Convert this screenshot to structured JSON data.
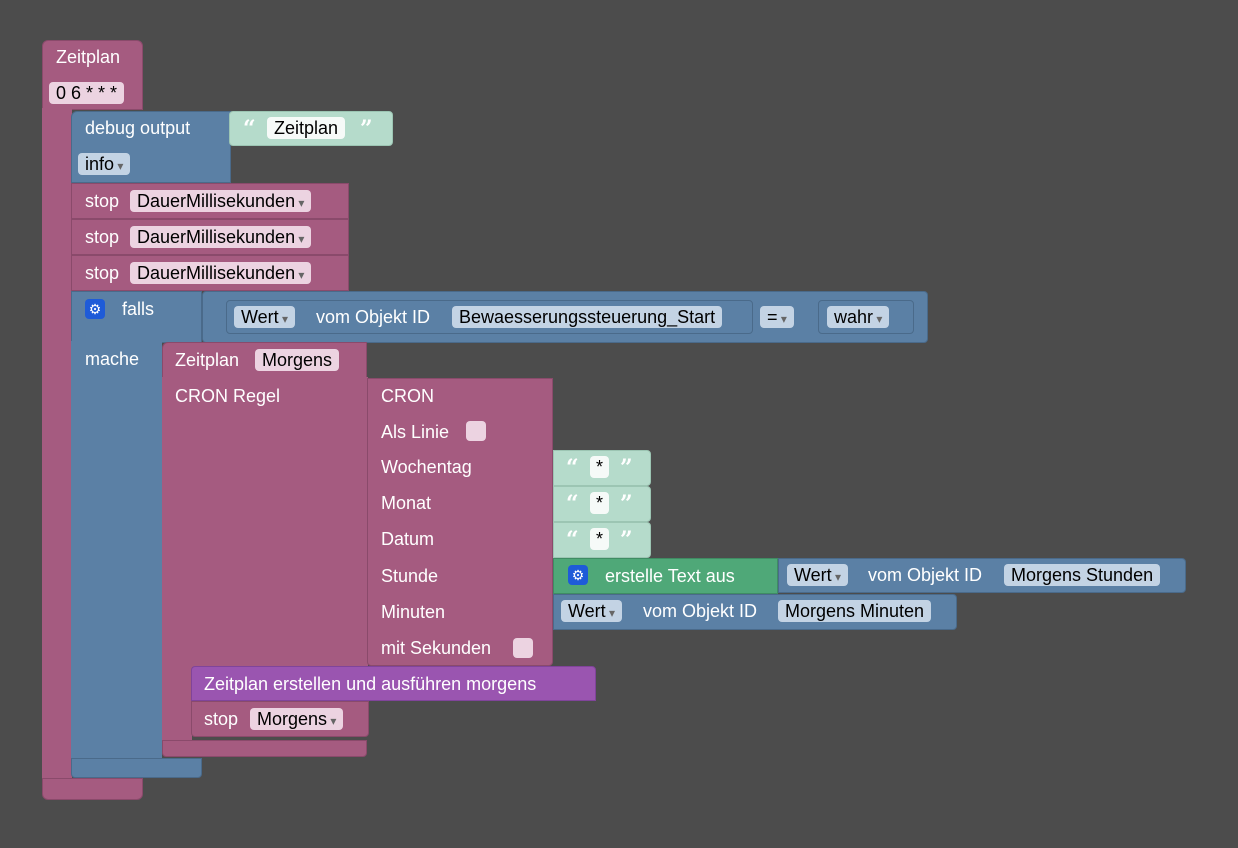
{
  "root": {
    "title": "Zeitplan",
    "cron": "0 6 * * *"
  },
  "debug": {
    "label": "debug output",
    "text": "Zeitplan",
    "level": "info"
  },
  "stops": [
    {
      "label": "stop",
      "value": "DauerMillisekunden"
    },
    {
      "label": "stop",
      "value": "DauerMillisekunden"
    },
    {
      "label": "stop",
      "value": "DauerMillisekunden"
    }
  ],
  "if_block": {
    "falls_label": "falls",
    "mache_label": "mache",
    "wert": "Wert",
    "vom_objekt": "vom Objekt ID",
    "object_id": "Bewaesserungssteuerung_Start",
    "operator": "=",
    "value": "wahr"
  },
  "schedule": {
    "label": "Zeitplan",
    "name": "Morgens",
    "cron_regel_label": "CRON Regel"
  },
  "cron": {
    "title": "CRON",
    "als_linie": "Als Linie",
    "wochentag": "Wochentag",
    "wochentag_value": "*",
    "monat": "Monat",
    "monat_value": "*",
    "datum": "Datum",
    "datum_value": "*",
    "stunde": "Stunde",
    "minuten": "Minuten",
    "mit_sekunden": "mit Sekunden"
  },
  "stunde_value": {
    "erstelle_text": "erstelle Text aus",
    "wert": "Wert",
    "vom_objekt": "vom Objekt ID",
    "object_id": "Morgens Stunden"
  },
  "minuten_value": {
    "wert": "Wert",
    "vom_objekt": "vom Objekt ID",
    "object_id": "Morgens Minuten"
  },
  "proc_call": {
    "label": "Zeitplan erstellen und ausführen morgens"
  },
  "stop_morgens": {
    "label": "stop",
    "value": "Morgens"
  },
  "colors": {
    "workspace": "#4c4c4c",
    "timer_block": "#a55b80",
    "logic_block": "#5b80a5",
    "text_block": "#b5dbcb",
    "text_join_block": "#4fa878",
    "procedure_block": "#9a55b0"
  }
}
